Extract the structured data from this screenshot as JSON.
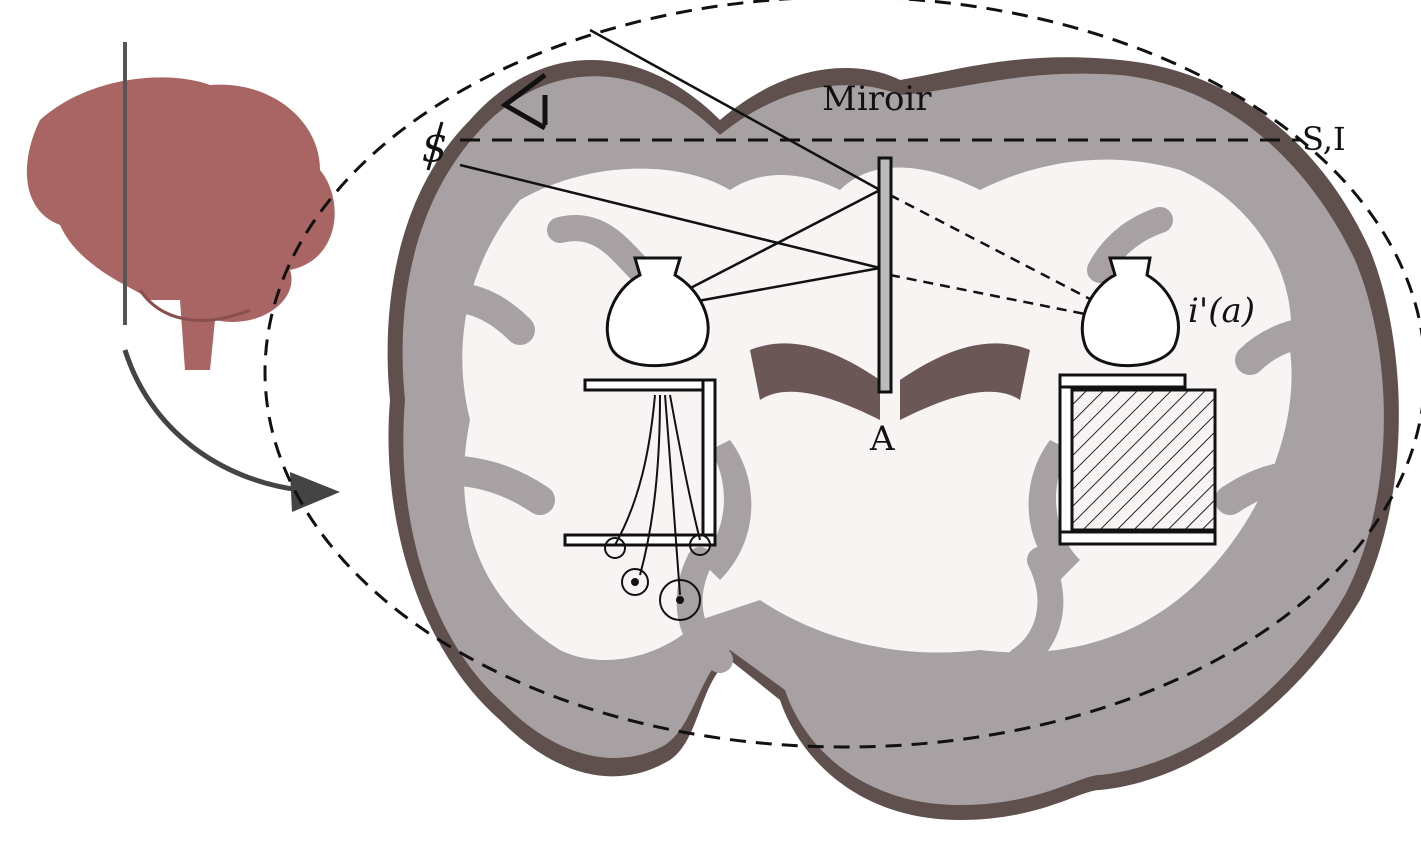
{
  "labels": {
    "mirror": "Miroir",
    "source_image": "S,I",
    "source": "S",
    "virtual_image": "i'(a)",
    "point_a": "A"
  },
  "colors": {
    "gray_matter": "#a8a1a3",
    "white_matter": "#f9f4f4",
    "cortex_edge": "#5f504d",
    "ventricle": "#6b5856",
    "brain_icon": "#a86564",
    "line": "#111111"
  }
}
